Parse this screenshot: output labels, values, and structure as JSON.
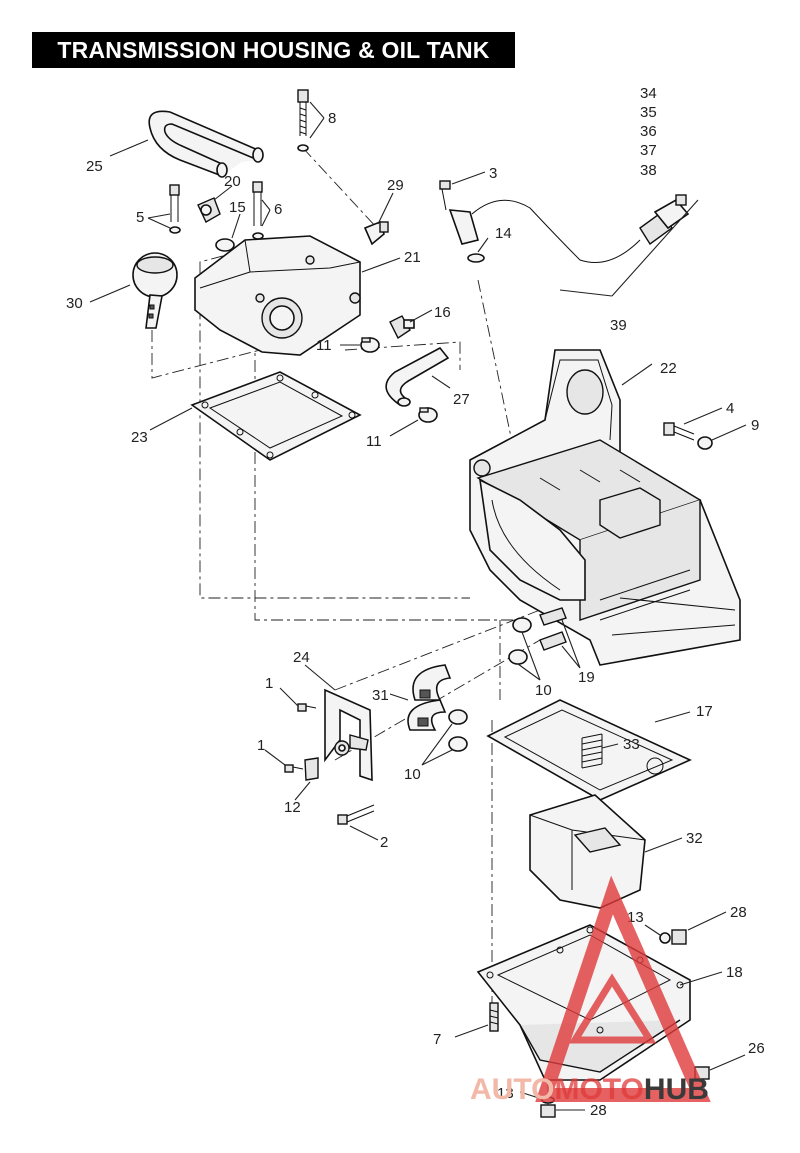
{
  "title": "TRANSMISSION HOUSING & OIL TANK",
  "callouts": {
    "c1a": "1",
    "c1b": "1",
    "c2": "2",
    "c3": "3",
    "c4": "4",
    "c5": "5",
    "c6": "6",
    "c7": "7",
    "c8": "8",
    "c9": "9",
    "c10a": "10",
    "c10b": "10",
    "c11a": "11",
    "c11b": "11",
    "c12": "12",
    "c13a": "13",
    "c13b": "13",
    "c14": "14",
    "c15": "15",
    "c16": "16",
    "c17": "17",
    "c18": "18",
    "c19": "19",
    "c20": "20",
    "c21": "21",
    "c22": "22",
    "c23": "23",
    "c24": "24",
    "c25": "25",
    "c26": "26",
    "c27": "27",
    "c28a": "28",
    "c28b": "28",
    "c29": "29",
    "c30": "30",
    "c31": "31",
    "c32": "32",
    "c33": "33",
    "c34": "34",
    "c35": "35",
    "c36": "36",
    "c37": "37",
    "c38": "38",
    "c39": "39"
  },
  "watermark": {
    "part1": "AUTO",
    "part2": "MOTO",
    "part3": "HUB",
    "colors": {
      "triangle": "#e03a3a",
      "auto": "#f2b8a8",
      "hub": "#3a3a3a"
    }
  }
}
